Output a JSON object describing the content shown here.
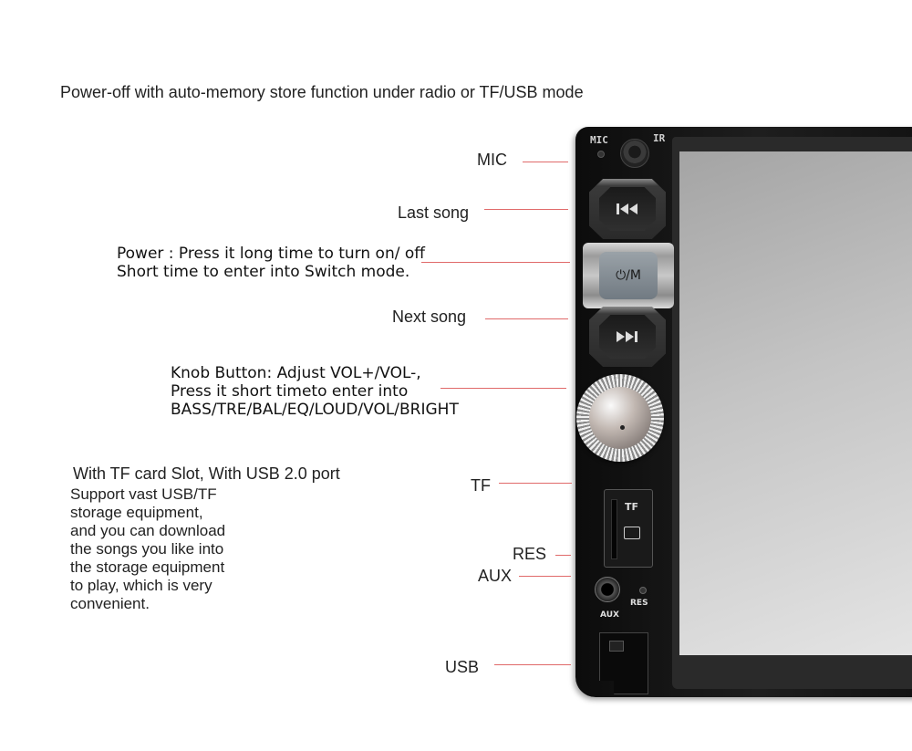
{
  "headline": "Power-off with auto-memory store function under radio or TF/USB mode",
  "device": {
    "mic_label": "MIC",
    "ir_label": "IR",
    "power_button_label": "⏻/M",
    "tf_label": "TF",
    "aux_label": "AUX",
    "res_label": "RES"
  },
  "callouts": {
    "mic": "MIC",
    "last_song": "Last song",
    "power_line1": "Power : Press it long time to turn on/ off",
    "power_line2": "Short time to enter into Switch mode.",
    "next_song": "Next song",
    "knob_line1": "Knob Button: Adjust VOL+/VOL-,",
    "knob_line2": "Press it short timeto enter into",
    "knob_line3": "BASS/TRE/BAL/EQ/LOUD/VOL/BRIGHT",
    "tf": "TF",
    "res": "RES",
    "aux": "AUX",
    "usb": "USB"
  },
  "description": {
    "heading": "With TF card Slot, With USB 2.0 port",
    "lines": [
      "Support vast USB/TF",
      "storage equipment,",
      "and you can download",
      "the songs you like into",
      "the storage equipment",
      "to play, which is very",
      "convenient."
    ]
  },
  "colors": {
    "pointer_line": "#e06a6a"
  }
}
